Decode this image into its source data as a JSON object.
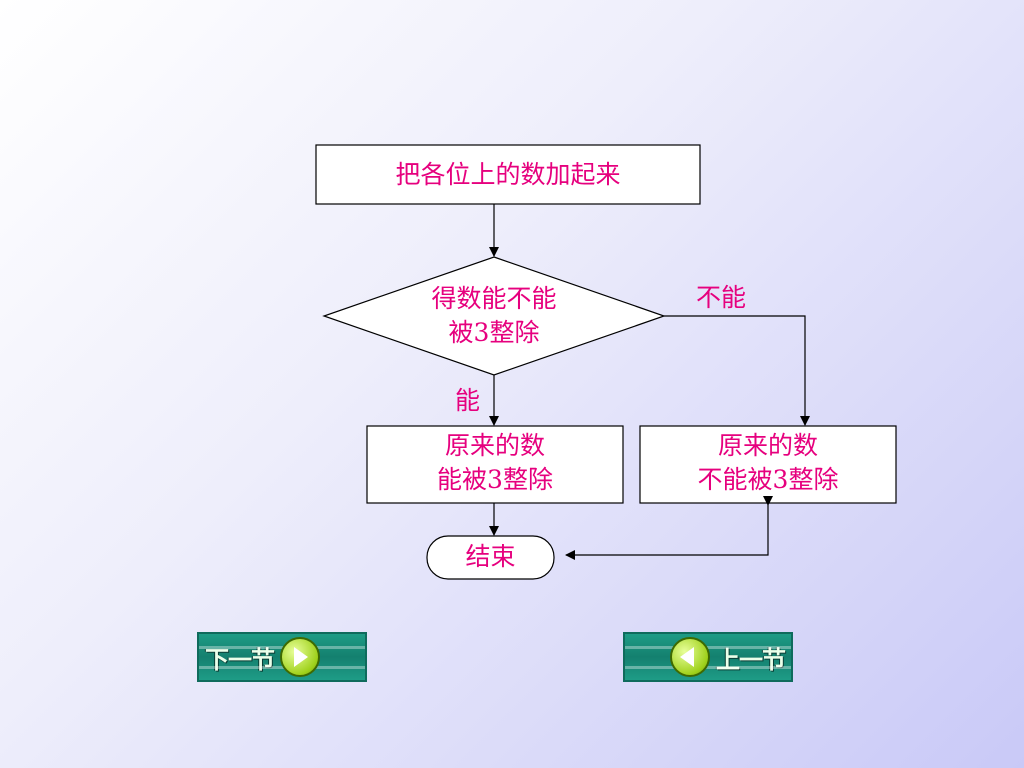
{
  "diagram": {
    "nodes": {
      "sum_digits": "把各位上的数加起来",
      "decision_line1": "得数能不能",
      "decision_line2": "被3整除",
      "divisible_line1": "原来的数",
      "divisible_line2": "能被3整除",
      "not_divisible_line1": "原来的数",
      "not_divisible_line2": "不能被3整除",
      "end": "结束"
    },
    "edge_labels": {
      "yes": "能",
      "no": "不能"
    }
  },
  "navigation": {
    "next_label": "下一节",
    "prev_label": "上一节"
  },
  "colors": {
    "text": "#e6007e",
    "line": "#000000",
    "button_bg": "#14806f",
    "button_icon": "#9fd11b"
  }
}
